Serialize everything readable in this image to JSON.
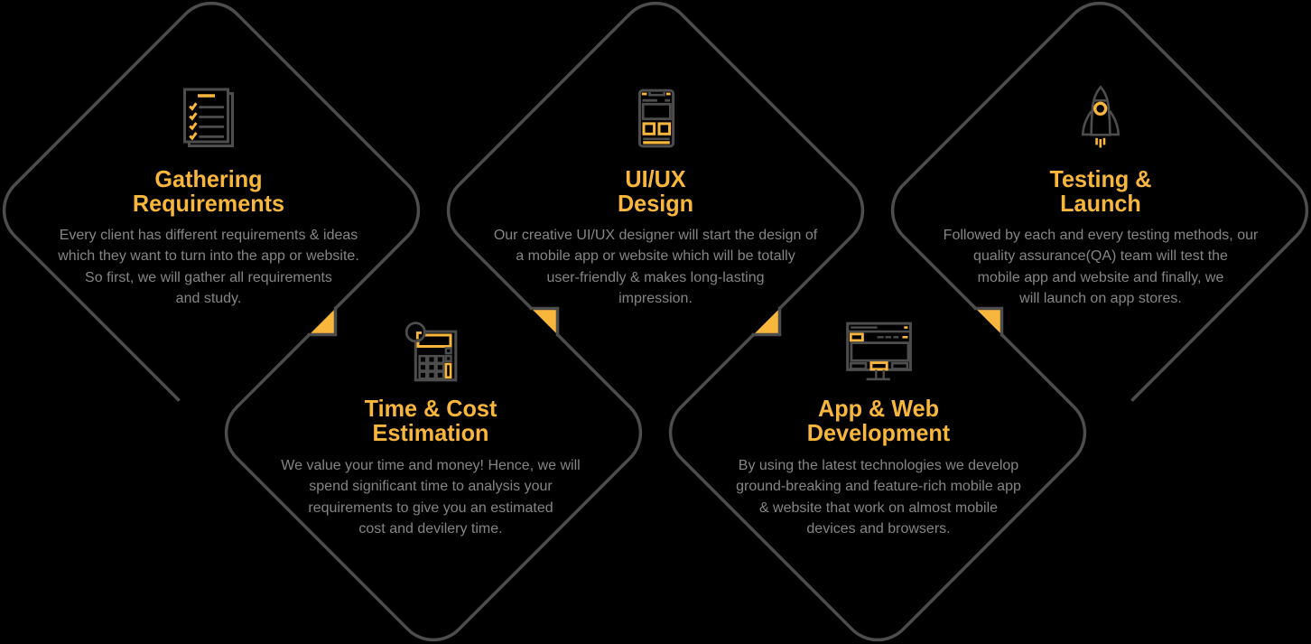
{
  "page": {
    "kind": "process-infographic",
    "background": "#000000"
  },
  "colors": {
    "outline_gray": "#4D4D4D",
    "accent_yellow": "#F8B63C",
    "body_text_gray": "#858585"
  },
  "cards": [
    {
      "id": "gathering-requirements",
      "row": "top",
      "icon": "checklist-clipboard-icon",
      "title": "Gathering\nRequirements",
      "description": "Every client has different requirements & ideas\nwhich they want to turn into the app or website.\nSo first, we will gather all requirements\nand study."
    },
    {
      "id": "time-cost-estimation",
      "row": "bottom",
      "icon": "calculator-icon",
      "title": "Time & Cost\nEstimation",
      "description": "We value your time and money! Hence, we will\nspend significant time to analysis your\nrequirements to give you an estimated\ncost and devilery time."
    },
    {
      "id": "uiux-design",
      "row": "top",
      "icon": "mobile-wireframe-icon",
      "title": "UI/UX\nDesign",
      "description": "Our creative UI/UX designer will start the design of\na mobile app or website which will be totally\nuser-friendly & makes long-lasting\nimpression."
    },
    {
      "id": "app-web-development",
      "row": "bottom",
      "icon": "desktop-monitor-icon",
      "title": "App & Web\nDevelopment",
      "description": "By using the latest technologies we develop\nground-breaking and feature-rich mobile app\n& website that work on almost mobile\ndevices and browsers."
    },
    {
      "id": "testing-launch",
      "row": "top",
      "icon": "rocket-icon",
      "title": "Testing &\nLaunch",
      "description": "Followed by each and every testing methods, our\nquality assurance(QA) team will test the\nmobile app and website and finally, we\nwill launch on app stores."
    }
  ]
}
